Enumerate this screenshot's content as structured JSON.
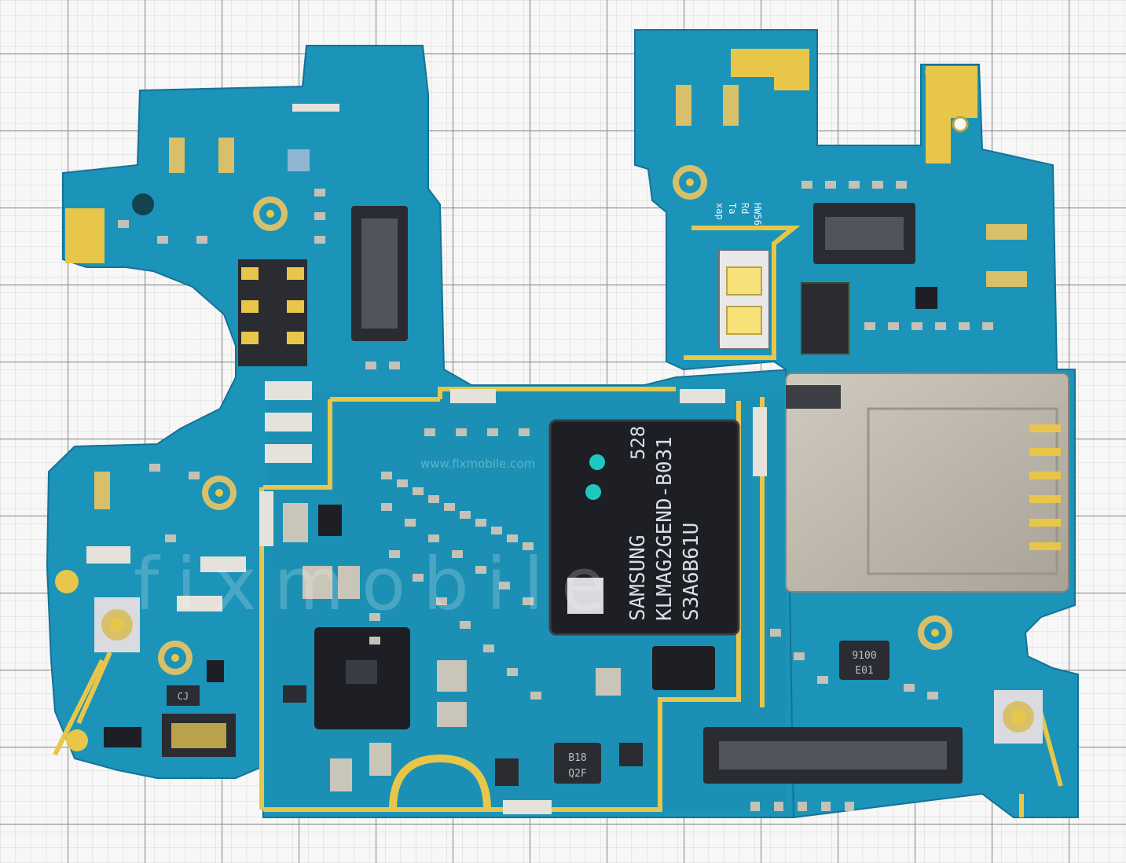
{
  "colors": {
    "background": "#f7f7f7",
    "grid_minor": "#d4d4d4",
    "grid_major": "#8c8c8c",
    "pcb": "#1c93b8",
    "pcb_dark": "#157fa3",
    "gold": "#e7c64a",
    "chip": "#1d1f24"
  },
  "memory_chip": {
    "line1": "528",
    "line2": "SAMSUNG",
    "line3": "KLMAG2GEND-B031",
    "line4": "S3A6B61U"
  },
  "ic_upper_right": {
    "line1": "9100",
    "line2": "E01"
  },
  "ic_bottom": {
    "line1": "B18",
    "line2": "Q2F"
  },
  "ic_small_left": {
    "line1": "CJ"
  },
  "silkscreen_vertical": [
    "xap",
    "Ta",
    "Rd",
    "HW56"
  ],
  "watermark": {
    "main": "fixmobile",
    "url": "www.fixmobile.com"
  }
}
